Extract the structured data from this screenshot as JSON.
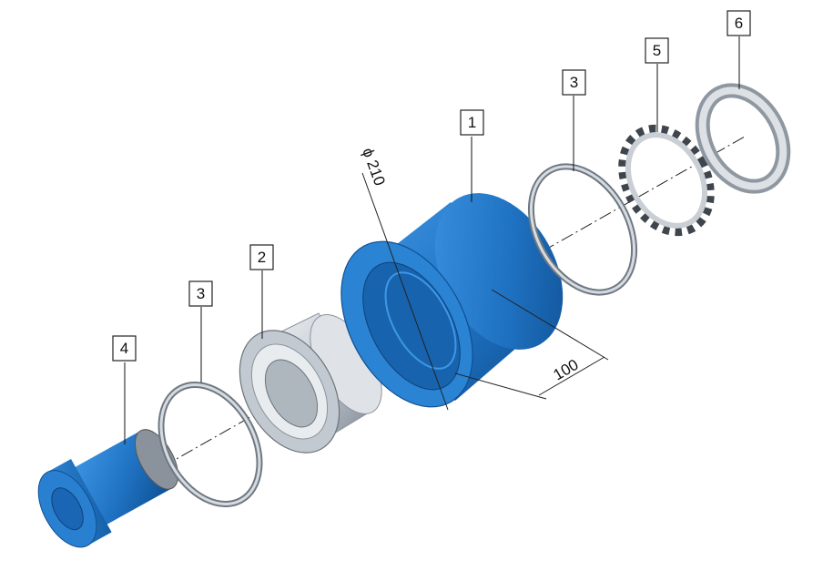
{
  "callouts": [
    {
      "id": "1",
      "label": "1"
    },
    {
      "id": "2",
      "label": "2"
    },
    {
      "id": "3a",
      "label": "3"
    },
    {
      "id": "3b",
      "label": "3"
    },
    {
      "id": "4",
      "label": "4"
    },
    {
      "id": "5",
      "label": "5"
    },
    {
      "id": "6",
      "label": "6"
    }
  ],
  "dimensions": {
    "diameter": "ϕ 210",
    "length": "100"
  },
  "colors": {
    "housing_blue": "#1f72c2",
    "housing_dark": "#0f4f92",
    "steel": "#c9d0d8",
    "steel_dark": "#7d8690",
    "ring": "#9aa3ad"
  }
}
